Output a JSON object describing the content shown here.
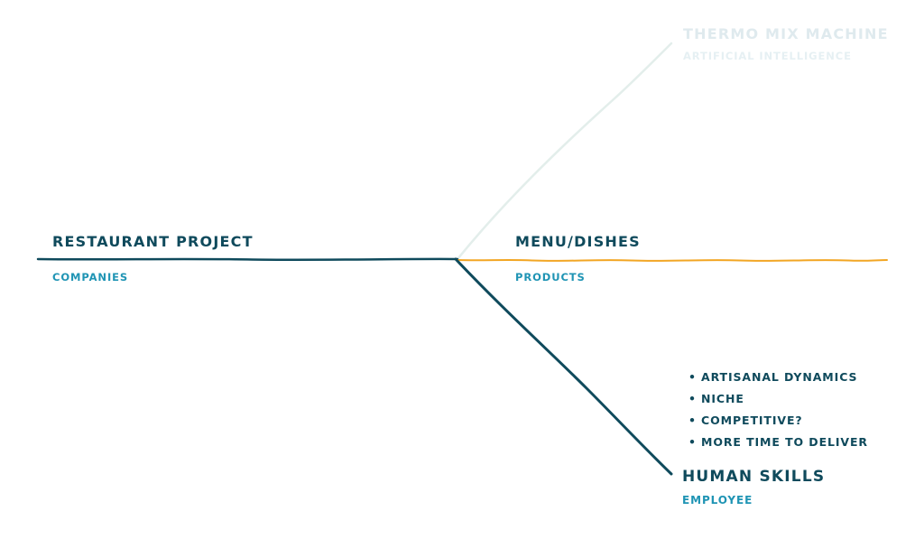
{
  "root": {
    "title": "RESTAURANT PROJECT",
    "subtitle": "COMPANIES"
  },
  "branches": {
    "thermo": {
      "title": "THERMO MIX MACHINE",
      "subtitle": "ARTIFICIAL INTELLIGENCE"
    },
    "menu": {
      "title": "MENU/DISHES",
      "subtitle": "PRODUCTS"
    },
    "human": {
      "title": "HUMAN SKILLS",
      "subtitle": "EMPLOYEE",
      "notes": [
        "ARTISANAL DYNAMICS",
        "NICHE",
        "COMPETITIVE?",
        "MORE TIME TO DELIVER"
      ]
    }
  },
  "colors": {
    "dark_line": "#0f4a5c",
    "subtitle": "#1f94b4",
    "menu_line": "#f2a624",
    "faded_line": "#e3eeeb",
    "faded_text": "#dfeaee"
  }
}
